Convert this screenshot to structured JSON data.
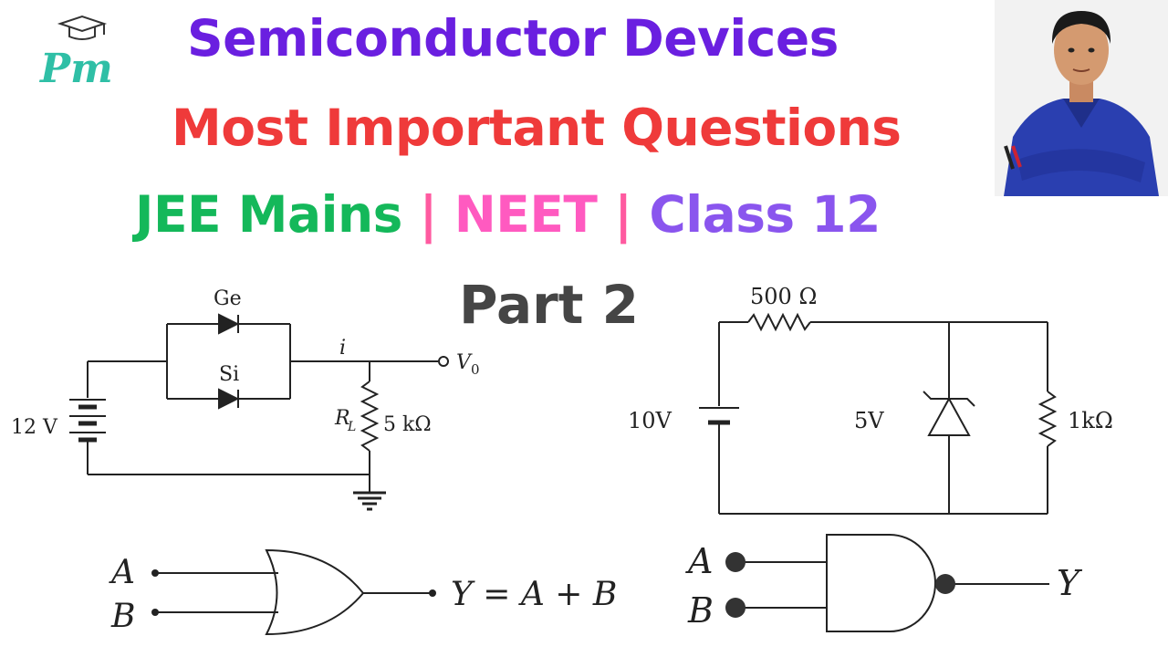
{
  "header": {
    "title": "Semiconductor Devices",
    "subtitle": "Most Important Questions",
    "exam_jee": "JEE Mains",
    "separator": "|",
    "exam_neet": "NEET",
    "exam_class": "Class 12",
    "part": "Part 2",
    "logo_text": "Pm"
  },
  "circuit1": {
    "diode_top": "Ge",
    "diode_bottom": "Si",
    "current": "i",
    "battery": "12 V",
    "output": "V",
    "output_sub": "0",
    "resistor_name": "R",
    "resistor_sub": "L",
    "resistor_value": "5 kΩ"
  },
  "circuit2": {
    "series_resistor": "500 Ω",
    "source": "10V",
    "zener": "5V",
    "load": "1kΩ"
  },
  "or_gate": {
    "input_a": "A",
    "input_b": "B",
    "output_expr": "Y = A + B"
  },
  "nand_gate": {
    "input_a": "A",
    "input_b": "B",
    "output": "Y"
  },
  "colors": {
    "title": "#6a1fe0",
    "subtitle": "#ef3a3a",
    "jee": "#14b85a",
    "neet": "#ff5ac0",
    "class": "#8a55ee",
    "part": "#454545",
    "logo": "#2fbfa6"
  }
}
